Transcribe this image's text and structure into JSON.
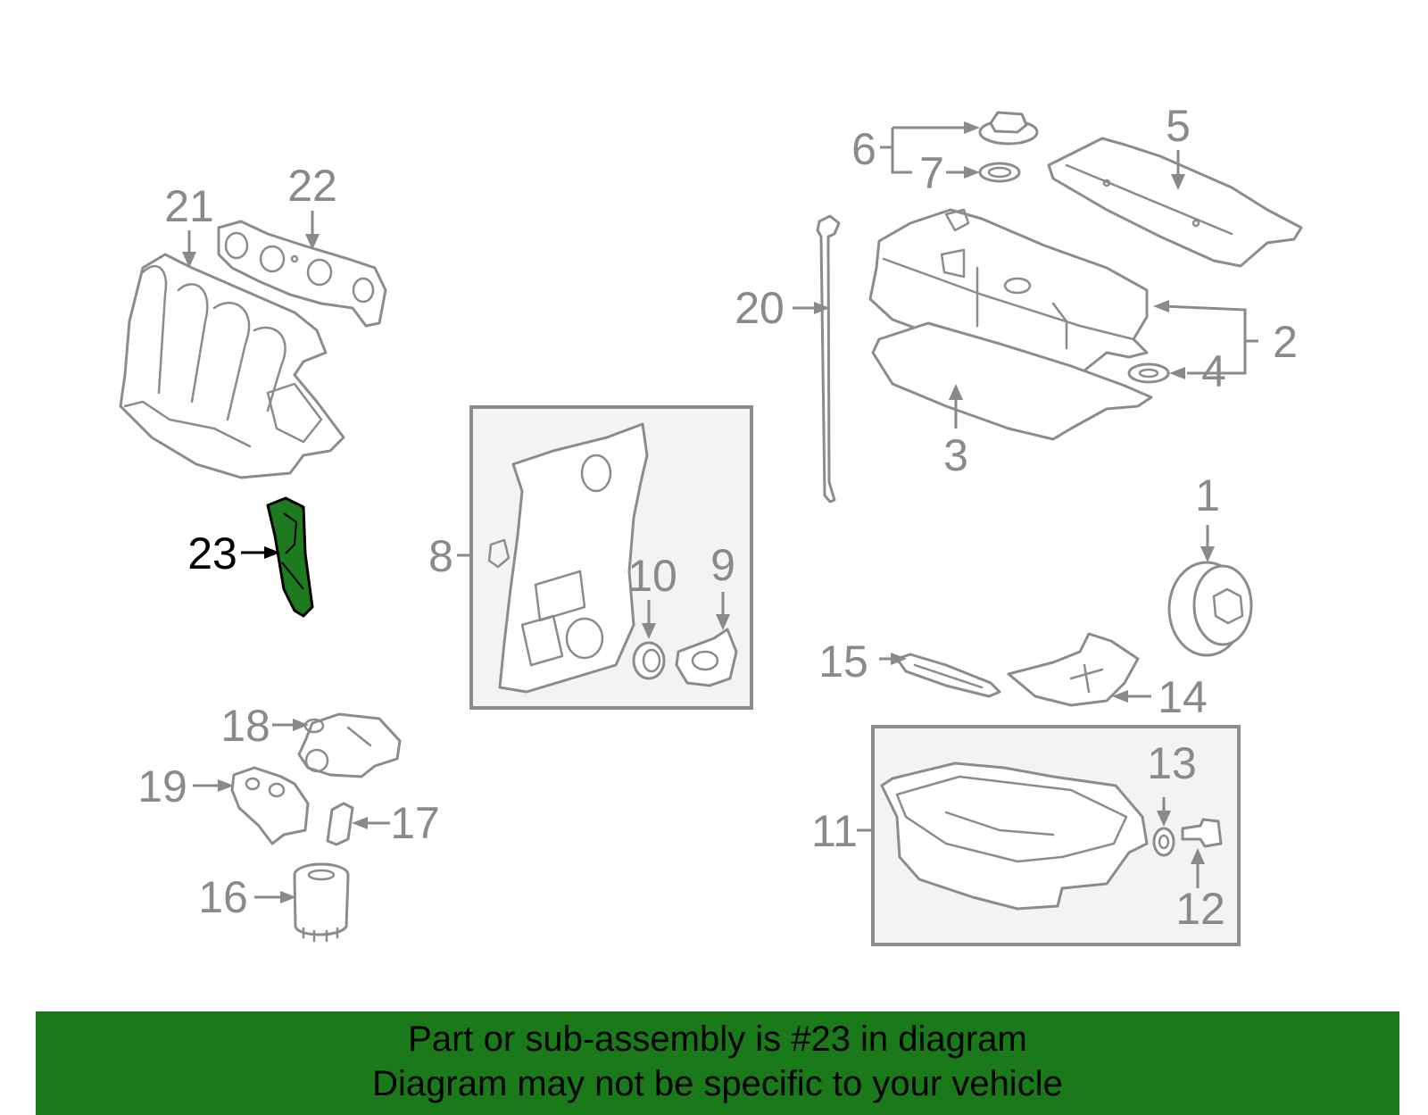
{
  "colors": {
    "highlight": "#1e7a1e",
    "banner": "#1a7a1a",
    "parts_line": "#8c8c8c"
  },
  "callouts": [
    {
      "id": "1",
      "label": "1"
    },
    {
      "id": "2",
      "label": "2"
    },
    {
      "id": "3",
      "label": "3"
    },
    {
      "id": "4",
      "label": "4"
    },
    {
      "id": "5",
      "label": "5"
    },
    {
      "id": "6",
      "label": "6"
    },
    {
      "id": "7",
      "label": "7"
    },
    {
      "id": "8",
      "label": "8"
    },
    {
      "id": "9",
      "label": "9"
    },
    {
      "id": "10",
      "label": "10"
    },
    {
      "id": "11",
      "label": "11"
    },
    {
      "id": "12",
      "label": "12"
    },
    {
      "id": "13",
      "label": "13"
    },
    {
      "id": "14",
      "label": "14"
    },
    {
      "id": "15",
      "label": "15"
    },
    {
      "id": "16",
      "label": "16"
    },
    {
      "id": "17",
      "label": "17"
    },
    {
      "id": "18",
      "label": "18"
    },
    {
      "id": "19",
      "label": "19"
    },
    {
      "id": "20",
      "label": "20"
    },
    {
      "id": "21",
      "label": "21"
    },
    {
      "id": "22",
      "label": "22"
    },
    {
      "id": "23",
      "label": "23",
      "highlighted": true
    }
  ],
  "banner": {
    "line1": "Part or sub-assembly is #23 in diagram",
    "line2": "Diagram may not be specific to your vehicle"
  }
}
